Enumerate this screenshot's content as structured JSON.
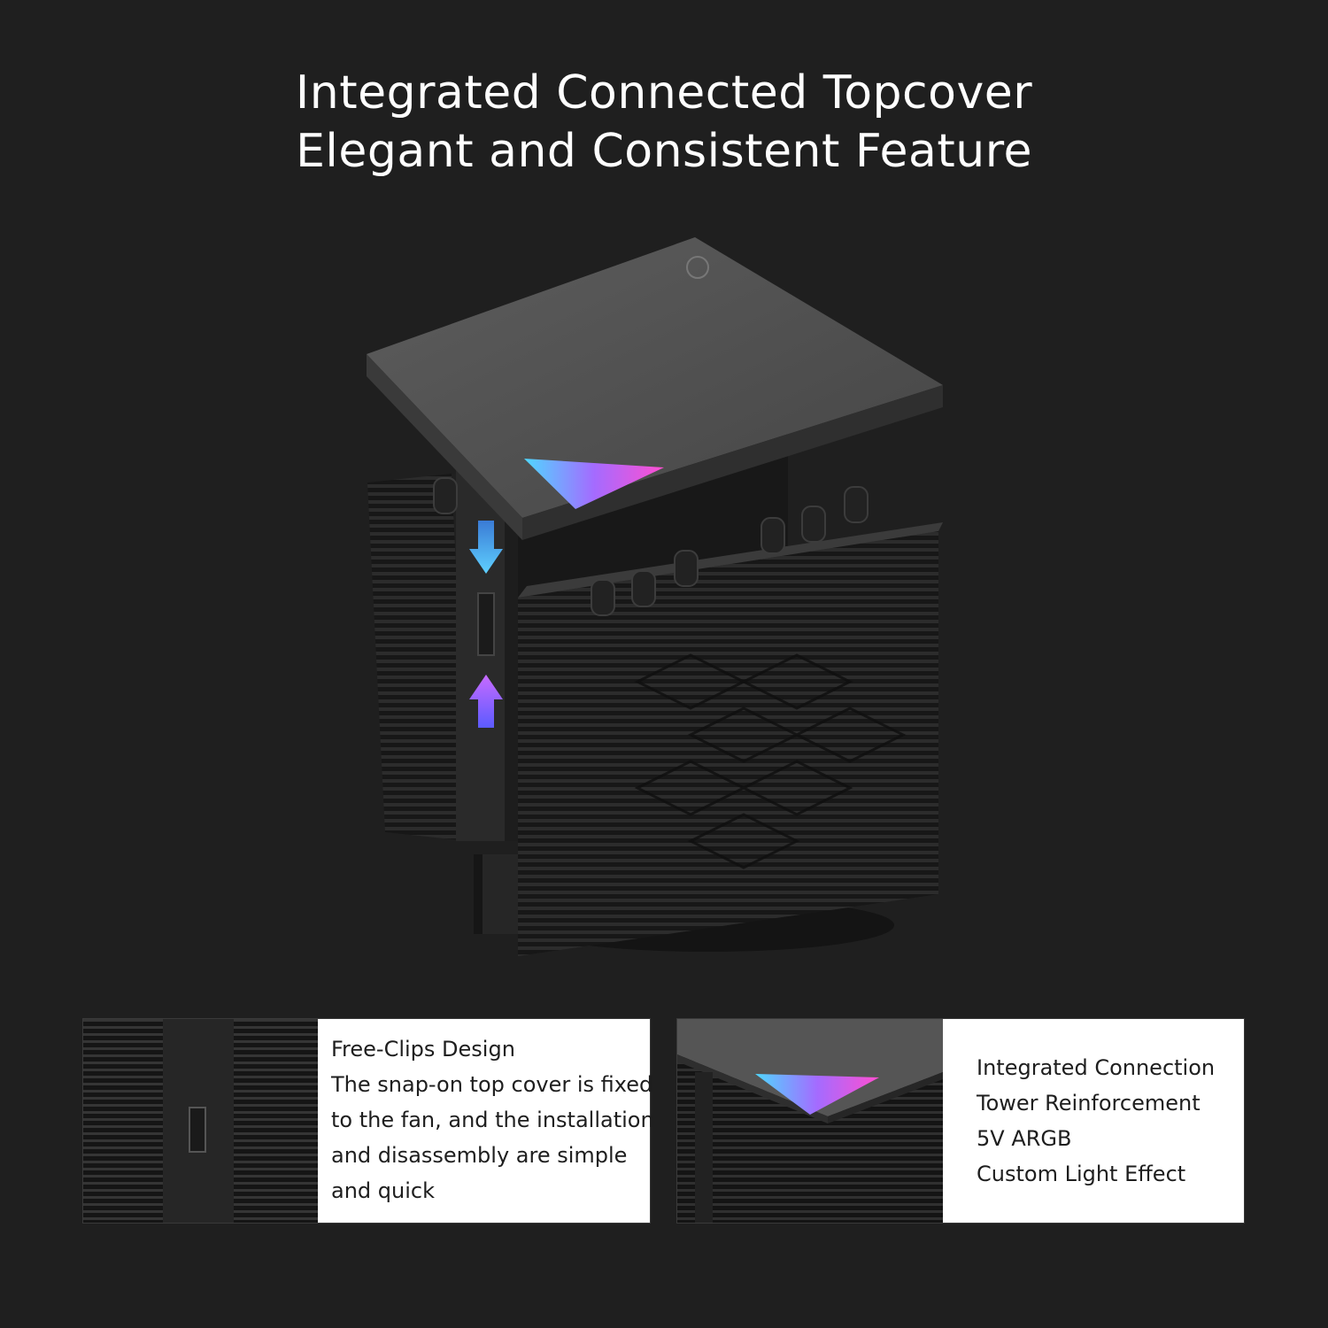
{
  "headline": {
    "line1": "Integrated Connected Topcover",
    "line2": "Elegant and Consistent Feature"
  },
  "product": {
    "icon": "cpu-cooler-illustration",
    "rgb_colors": [
      "#4fd8ff",
      "#a46bff",
      "#ff4fd1"
    ]
  },
  "panels": [
    {
      "icon": "heatsink-side-thumbnail",
      "lines": [
        "Free-Clips Design",
        "The snap-on top cover is fixed",
        "to the fan, and the installation",
        "and disassembly are simple",
        "and quick"
      ]
    },
    {
      "icon": "rgb-topcover-thumbnail",
      "lines": [
        "Integrated Connection",
        "Tower Reinforcement",
        "5V ARGB",
        "Custom Light Effect"
      ]
    }
  ]
}
